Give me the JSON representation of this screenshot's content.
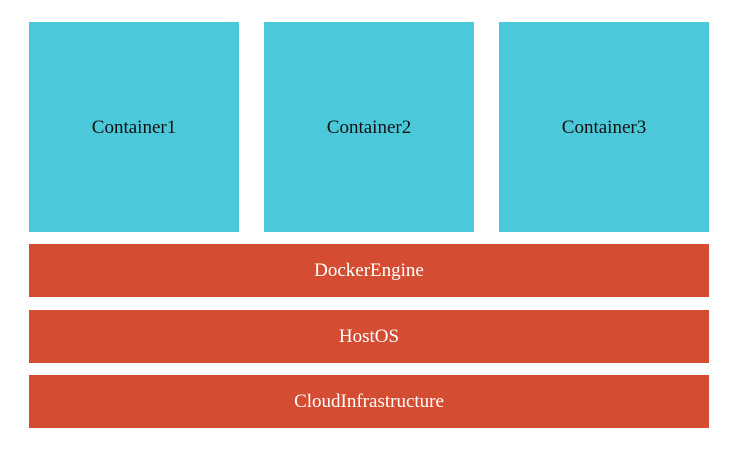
{
  "colors": {
    "container_fill": "#4bc9da",
    "layer_fill": "#d44d32",
    "container_text": "#111111",
    "layer_text": "#ffffff",
    "background": "#ffffff"
  },
  "containers": [
    {
      "label": "Container1"
    },
    {
      "label": "Container2"
    },
    {
      "label": "Container3"
    }
  ],
  "layers": [
    {
      "label": "DockerEngine"
    },
    {
      "label": "HostOS"
    },
    {
      "label": "CloudInfrastructure"
    }
  ]
}
